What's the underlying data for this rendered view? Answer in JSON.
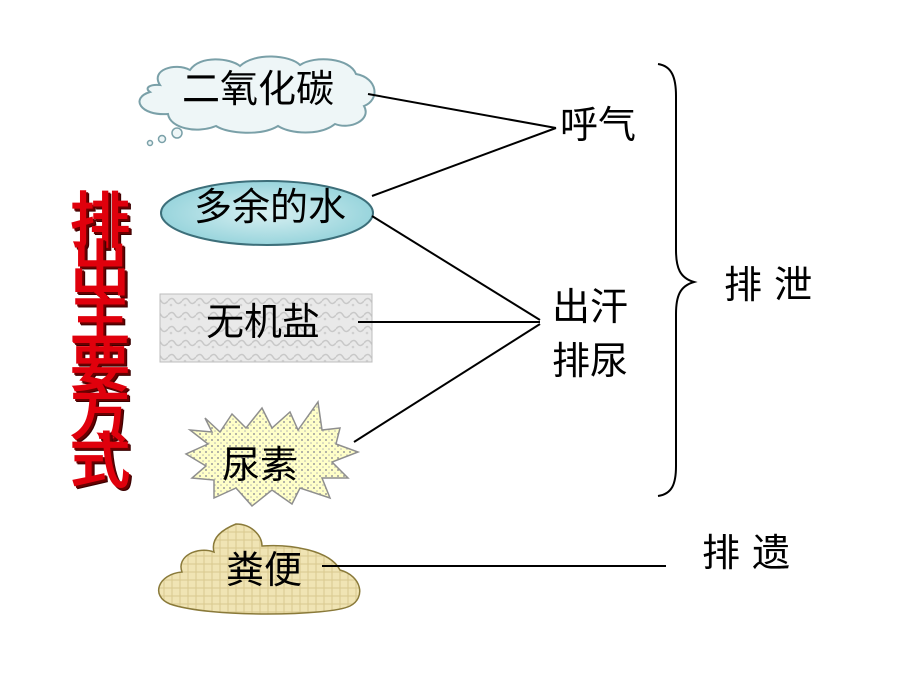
{
  "side_title": [
    "排",
    "出",
    "主",
    "要",
    "方",
    "式"
  ],
  "items": {
    "co2": "二氧化碳",
    "water": "多余的水",
    "salt": "无机盐",
    "urea": "尿素",
    "feces": "粪便"
  },
  "routes": {
    "breath": "呼气",
    "sweat": "出汗",
    "urine": "排尿"
  },
  "categories": {
    "excretion": "排 泄",
    "egestion": "排 遗"
  }
}
